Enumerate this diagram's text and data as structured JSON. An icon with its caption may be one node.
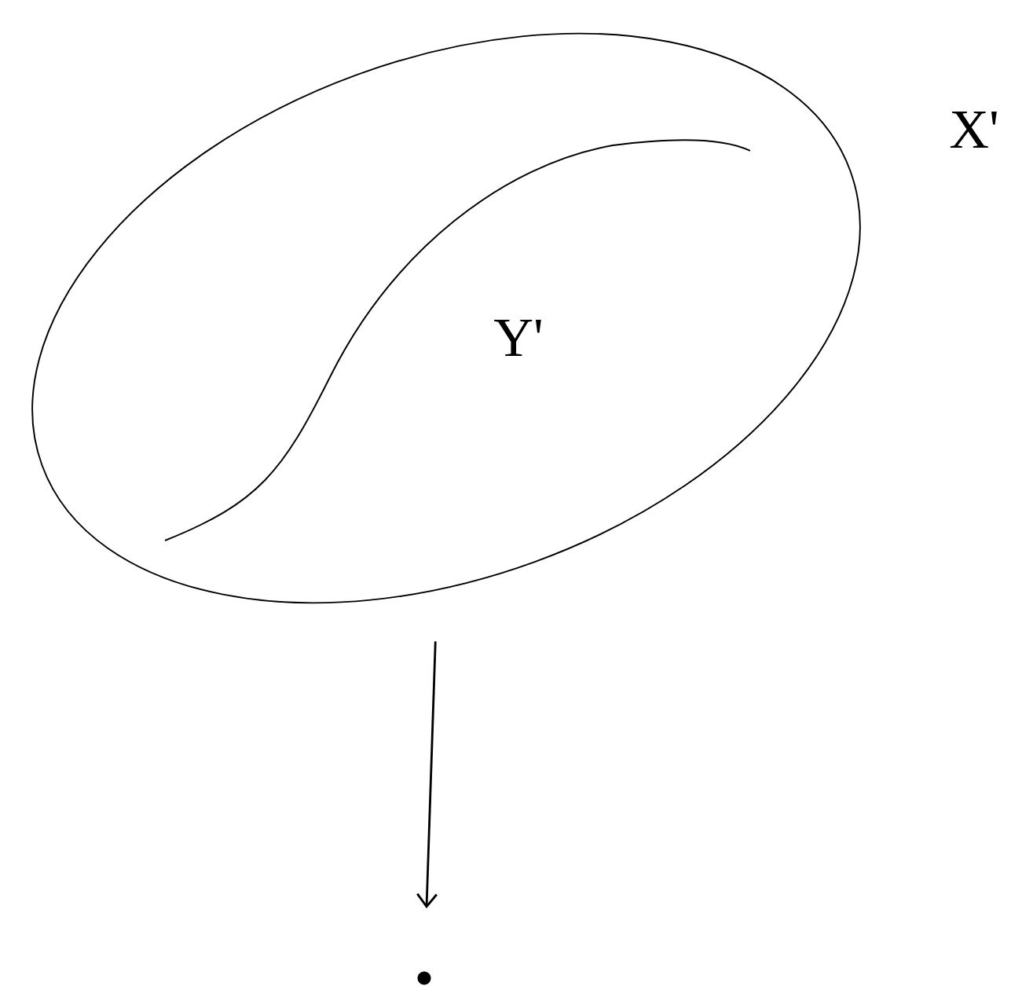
{
  "diagram": {
    "nodes": [
      {
        "text": [
          "X'"
        ]
      },
      {
        "text": [],
        "shape": "circle"
      }
    ],
    "edges": [
      {
        "from": 0,
        "to": 1,
        "arrow": "to"
      }
    ],
    "labels": [
      "Y'"
    ]
  }
}
